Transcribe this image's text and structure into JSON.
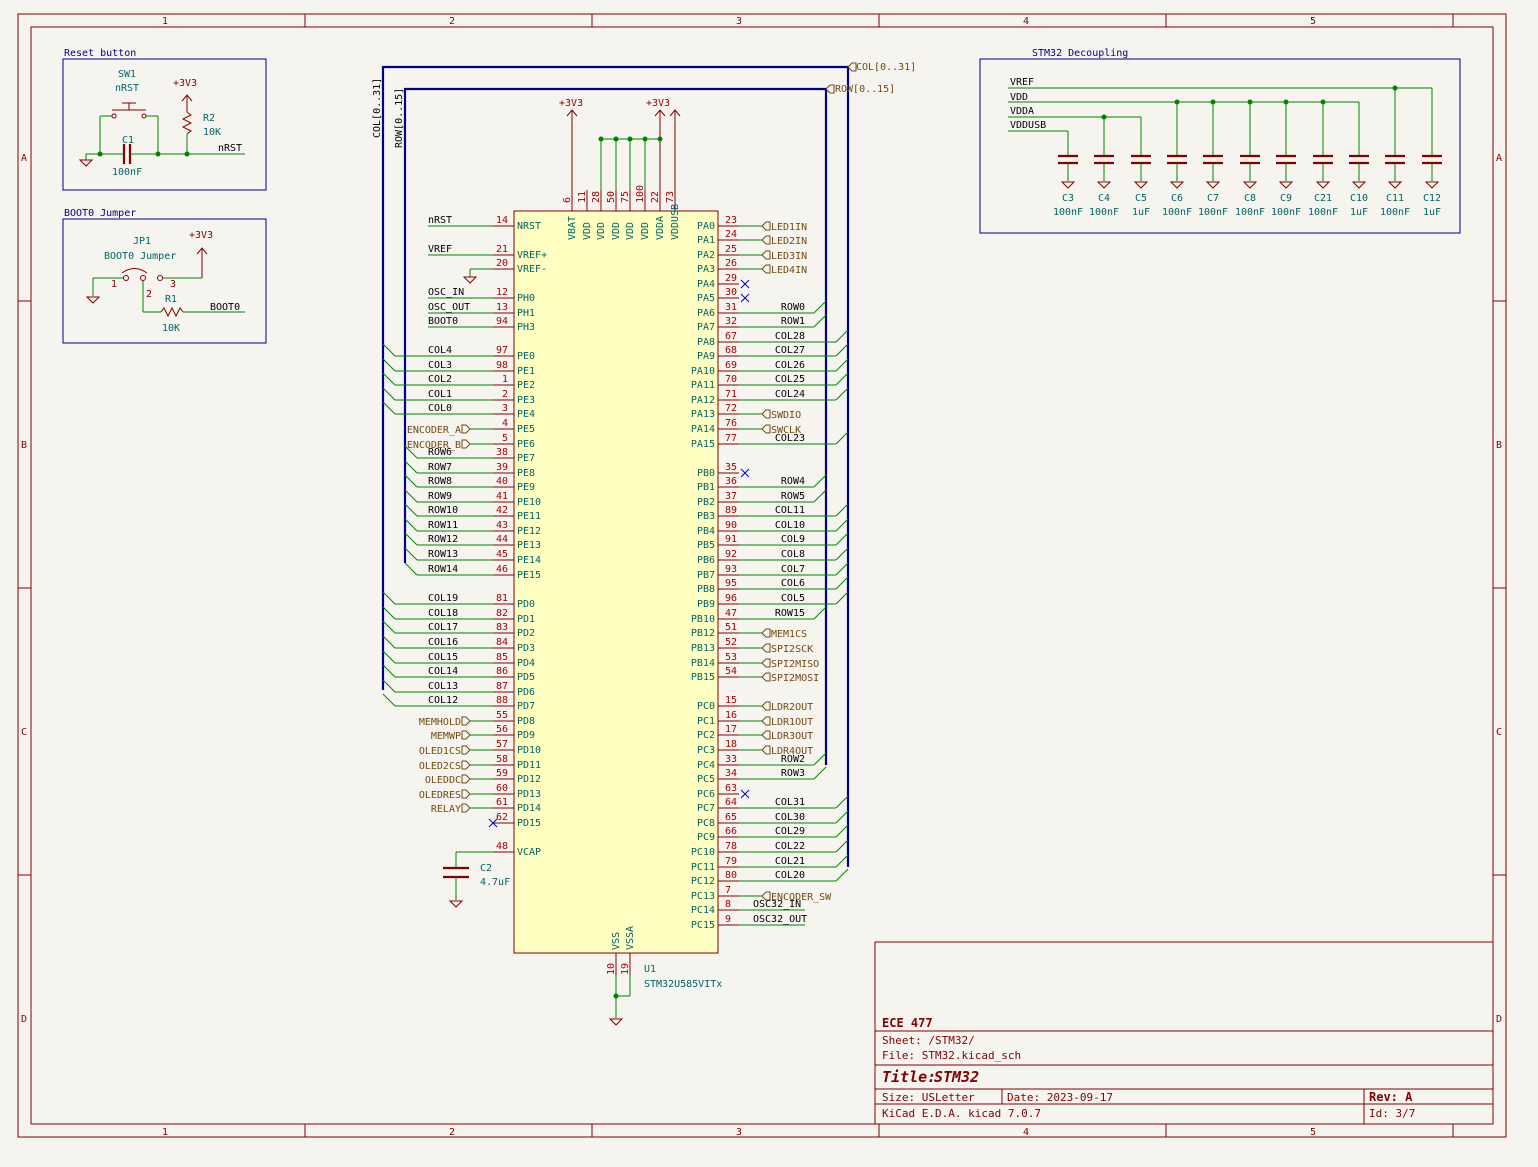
{
  "frame": {
    "cols": [
      "1",
      "2",
      "3",
      "4",
      "5"
    ],
    "rows": [
      "A",
      "B",
      "C",
      "D"
    ]
  },
  "reset": {
    "title": "Reset button",
    "sw_ref": "SW1",
    "sw_val": "nRST",
    "pwr": "+3V3",
    "r_ref": "R2",
    "r_val": "10K",
    "c_ref": "C1",
    "c_val": "100nF",
    "net": "nRST"
  },
  "boot": {
    "title": "BOOT0 Jumper",
    "jp_ref": "JP1",
    "jp_val": "BOOT0 Jumper",
    "pwr": "+3V3",
    "pin1": "1",
    "pin2": "2",
    "pin3": "3",
    "r_ref": "R1",
    "r_val": "10K",
    "net": "BOOT0"
  },
  "decoupling": {
    "title": "STM32 Decoupling",
    "nets": [
      "VREF",
      "VDD",
      "VDDA",
      "VDDUSB"
    ],
    "caps": [
      {
        "ref": "C3",
        "val": "100nF"
      },
      {
        "ref": "C4",
        "val": "100nF"
      },
      {
        "ref": "C5",
        "val": "1uF"
      },
      {
        "ref": "C6",
        "val": "100nF"
      },
      {
        "ref": "C7",
        "val": "100nF"
      },
      {
        "ref": "C8",
        "val": "100nF"
      },
      {
        "ref": "C9",
        "val": "100nF"
      },
      {
        "ref": "C21",
        "val": "100nF"
      },
      {
        "ref": "C10",
        "val": "1uF"
      },
      {
        "ref": "C11",
        "val": "100nF"
      },
      {
        "ref": "C12",
        "val": "1uF"
      }
    ]
  },
  "buses": {
    "col": "COL[0..31]",
    "row": "ROW[0..15]"
  },
  "mcu": {
    "ref": "U1",
    "value": "STM32U585VITx",
    "pwr_left": "+3V3",
    "pwr_right": "+3V3",
    "top_pins": [
      {
        "num": "6",
        "name": "VBAT"
      },
      {
        "num": "11",
        "name": "VDD"
      },
      {
        "num": "28",
        "name": "VDD"
      },
      {
        "num": "50",
        "name": "VDD"
      },
      {
        "num": "75",
        "name": "VDD"
      },
      {
        "num": "100",
        "name": "VDD"
      },
      {
        "num": "22",
        "name": "VDDA"
      },
      {
        "num": "73",
        "name": "VDDUSB"
      }
    ],
    "bottom_pins": [
      {
        "num": "10",
        "name": "VSS"
      },
      {
        "num": "19",
        "name": "VSSA"
      }
    ],
    "left_pins": [
      {
        "num": "14",
        "name": "NRST",
        "net": "nRST",
        "kind": "label"
      },
      {
        "num": "21",
        "name": "VREF+",
        "net": "VREF",
        "kind": "label"
      },
      {
        "num": "20",
        "name": "VREF-",
        "net": "",
        "kind": "gnd"
      },
      {
        "num": "12",
        "name": "PH0",
        "net": "OSC_IN",
        "kind": "label"
      },
      {
        "num": "13",
        "name": "PH1",
        "net": "OSC_OUT",
        "kind": "label"
      },
      {
        "num": "94",
        "name": "PH3",
        "net": "BOOT0",
        "kind": "label"
      },
      {
        "num": "97",
        "name": "PE0",
        "net": "COL4",
        "kind": "col"
      },
      {
        "num": "98",
        "name": "PE1",
        "net": "COL3",
        "kind": "col"
      },
      {
        "num": "1",
        "name": "PE2",
        "net": "COL2",
        "kind": "col"
      },
      {
        "num": "2",
        "name": "PE3",
        "net": "COL1",
        "kind": "col"
      },
      {
        "num": "3",
        "name": "PE4",
        "net": "COL0",
        "kind": "col"
      },
      {
        "num": "4",
        "name": "PE5",
        "net": "ENCODER_A",
        "kind": "glabel"
      },
      {
        "num": "5",
        "name": "PE6",
        "net": "ENCODER_B",
        "kind": "glabel"
      },
      {
        "num": "38",
        "name": "PE7",
        "net": "ROW6",
        "kind": "row"
      },
      {
        "num": "39",
        "name": "PE8",
        "net": "ROW7",
        "kind": "row"
      },
      {
        "num": "40",
        "name": "PE9",
        "net": "ROW8",
        "kind": "row"
      },
      {
        "num": "41",
        "name": "PE10",
        "net": "ROW9",
        "kind": "row"
      },
      {
        "num": "42",
        "name": "PE11",
        "net": "ROW10",
        "kind": "row"
      },
      {
        "num": "43",
        "name": "PE12",
        "net": "ROW11",
        "kind": "row"
      },
      {
        "num": "44",
        "name": "PE13",
        "net": "ROW12",
        "kind": "row"
      },
      {
        "num": "45",
        "name": "PE14",
        "net": "ROW13",
        "kind": "row"
      },
      {
        "num": "46",
        "name": "PE15",
        "net": "ROW14",
        "kind": "row"
      },
      {
        "num": "81",
        "name": "PD0",
        "net": "COL19",
        "kind": "col"
      },
      {
        "num": "82",
        "name": "PD1",
        "net": "COL18",
        "kind": "col"
      },
      {
        "num": "83",
        "name": "PD2",
        "net": "COL17",
        "kind": "col"
      },
      {
        "num": "84",
        "name": "PD3",
        "net": "COL16",
        "kind": "col"
      },
      {
        "num": "85",
        "name": "PD4",
        "net": "COL15",
        "kind": "col"
      },
      {
        "num": "86",
        "name": "PD5",
        "net": "COL14",
        "kind": "col"
      },
      {
        "num": "87",
        "name": "PD6",
        "net": "COL13",
        "kind": "col"
      },
      {
        "num": "88",
        "name": "PD7",
        "net": "COL12",
        "kind": "col"
      },
      {
        "num": "55",
        "name": "PD8",
        "net": "MEMHOLD",
        "kind": "glabel"
      },
      {
        "num": "56",
        "name": "PD9",
        "net": "MEMWP",
        "kind": "glabel"
      },
      {
        "num": "57",
        "name": "PD10",
        "net": "OLED1CS",
        "kind": "glabel"
      },
      {
        "num": "58",
        "name": "PD11",
        "net": "OLED2CS",
        "kind": "glabel"
      },
      {
        "num": "59",
        "name": "PD12",
        "net": "OLEDDC",
        "kind": "glabel"
      },
      {
        "num": "60",
        "name": "PD13",
        "net": "OLEDRES",
        "kind": "glabel"
      },
      {
        "num": "61",
        "name": "PD14",
        "net": "RELAY",
        "kind": "glabel"
      },
      {
        "num": "62",
        "name": "PD15",
        "net": "",
        "kind": "nc"
      },
      {
        "num": "48",
        "name": "VCAP",
        "net": "",
        "kind": "vcap"
      }
    ],
    "right_pins": [
      {
        "num": "23",
        "name": "PA0",
        "net": "LED1IN",
        "kind": "glabel"
      },
      {
        "num": "24",
        "name": "PA1",
        "net": "LED2IN",
        "kind": "glabel"
      },
      {
        "num": "25",
        "name": "PA2",
        "net": "LED3IN",
        "kind": "glabel"
      },
      {
        "num": "26",
        "name": "PA3",
        "net": "LED4IN",
        "kind": "glabel"
      },
      {
        "num": "29",
        "name": "PA4",
        "net": "",
        "kind": "nc"
      },
      {
        "num": "30",
        "name": "PA5",
        "net": "",
        "kind": "nc"
      },
      {
        "num": "31",
        "name": "PA6",
        "net": "ROW0",
        "kind": "row"
      },
      {
        "num": "32",
        "name": "PA7",
        "net": "ROW1",
        "kind": "row"
      },
      {
        "num": "67",
        "name": "PA8",
        "net": "COL28",
        "kind": "col"
      },
      {
        "num": "68",
        "name": "PA9",
        "net": "COL27",
        "kind": "col"
      },
      {
        "num": "69",
        "name": "PA10",
        "net": "COL26",
        "kind": "col"
      },
      {
        "num": "70",
        "name": "PA11",
        "net": "COL25",
        "kind": "col"
      },
      {
        "num": "71",
        "name": "PA12",
        "net": "COL24",
        "kind": "col"
      },
      {
        "num": "72",
        "name": "PA13",
        "net": "SWDIO",
        "kind": "glabel"
      },
      {
        "num": "76",
        "name": "PA14",
        "net": "SWCLK",
        "kind": "glabel"
      },
      {
        "num": "77",
        "name": "PA15",
        "net": "COL23",
        "kind": "col"
      },
      {
        "num": "35",
        "name": "PB0",
        "net": "",
        "kind": "nc"
      },
      {
        "num": "36",
        "name": "PB1",
        "net": "ROW4",
        "kind": "row"
      },
      {
        "num": "37",
        "name": "PB2",
        "net": "ROW5",
        "kind": "row"
      },
      {
        "num": "89",
        "name": "PB3",
        "net": "COL11",
        "kind": "col"
      },
      {
        "num": "90",
        "name": "PB4",
        "net": "COL10",
        "kind": "col"
      },
      {
        "num": "91",
        "name": "PB5",
        "net": "COL9",
        "kind": "col"
      },
      {
        "num": "92",
        "name": "PB6",
        "net": "COL8",
        "kind": "col"
      },
      {
        "num": "93",
        "name": "PB7",
        "net": "COL7",
        "kind": "col"
      },
      {
        "num": "95",
        "name": "PB8",
        "net": "COL6",
        "kind": "col"
      },
      {
        "num": "96",
        "name": "PB9",
        "net": "COL5",
        "kind": "col"
      },
      {
        "num": "47",
        "name": "PB10",
        "net": "ROW15",
        "kind": "row"
      },
      {
        "num": "51",
        "name": "PB12",
        "net": "MEM1CS",
        "kind": "glabel"
      },
      {
        "num": "52",
        "name": "PB13",
        "net": "SPI2SCK",
        "kind": "glabel"
      },
      {
        "num": "53",
        "name": "PB14",
        "net": "SPI2MISO",
        "kind": "glabel"
      },
      {
        "num": "54",
        "name": "PB15",
        "net": "SPI2MOSI",
        "kind": "glabel"
      },
      {
        "num": "15",
        "name": "PC0",
        "net": "LDR2OUT",
        "kind": "glabel"
      },
      {
        "num": "16",
        "name": "PC1",
        "net": "LDR1OUT",
        "kind": "glabel"
      },
      {
        "num": "17",
        "name": "PC2",
        "net": "LDR3OUT",
        "kind": "glabel"
      },
      {
        "num": "18",
        "name": "PC3",
        "net": "LDR4OUT",
        "kind": "glabel"
      },
      {
        "num": "33",
        "name": "PC4",
        "net": "ROW2",
        "kind": "row"
      },
      {
        "num": "34",
        "name": "PC5",
        "net": "ROW3",
        "kind": "row"
      },
      {
        "num": "63",
        "name": "PC6",
        "net": "",
        "kind": "nc"
      },
      {
        "num": "64",
        "name": "PC7",
        "net": "COL31",
        "kind": "col"
      },
      {
        "num": "65",
        "name": "PC8",
        "net": "COL30",
        "kind": "col"
      },
      {
        "num": "66",
        "name": "PC9",
        "net": "COL29",
        "kind": "col"
      },
      {
        "num": "78",
        "name": "PC10",
        "net": "COL22",
        "kind": "col"
      },
      {
        "num": "79",
        "name": "PC11",
        "net": "COL21",
        "kind": "col"
      },
      {
        "num": "80",
        "name": "PC12",
        "net": "COL20",
        "kind": "col"
      },
      {
        "num": "7",
        "name": "PC13",
        "net": "ENCODER_SW",
        "kind": "glabel"
      },
      {
        "num": "8",
        "name": "PC14",
        "net": "OSC32_IN",
        "kind": "label"
      },
      {
        "num": "9",
        "name": "PC15",
        "net": "OSC32_OUT",
        "kind": "label"
      }
    ]
  },
  "vcap": {
    "ref": "C2",
    "val": "4.7uF"
  },
  "titleblock": {
    "company": "ECE 477",
    "sheet": "Sheet: /STM32/",
    "file": "File: STM32.kicad_sch",
    "title_label": "Title:",
    "title": "STM32",
    "size": "Size: USLetter",
    "date": "Date: 2023-09-17",
    "rev": "Rev: A",
    "tool": "KiCad E.D.A.  kicad 7.0.7",
    "id": "Id: 3/7"
  }
}
